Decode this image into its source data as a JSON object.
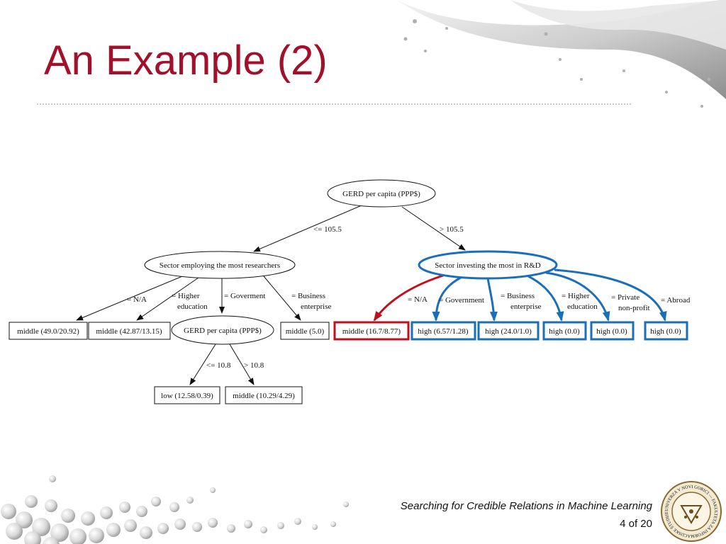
{
  "slide": {
    "title": "An Example (2)",
    "footer_title": "Searching for Credible Relations in Machine Learning",
    "page_number": "4 of 20",
    "accent_color": "#a3102c",
    "highlight_red": "#c0101e",
    "highlight_blue": "#1a6fb8"
  },
  "tree": {
    "root": "GERD per capita (PPP$)",
    "root_edges": [
      "<= 105.5",
      "> 105.5"
    ],
    "left_node": "Sector employing the most researchers",
    "left_edges": [
      "= N/A",
      "= Higher",
      "education",
      "= Goverment",
      "= Business",
      "enterprise"
    ],
    "left_leaves": [
      "middle (49.0/20.92)",
      "middle (42.87/13.15)",
      "middle (5.0)"
    ],
    "sub_node": "GERD per capita (PPP$)",
    "sub_edges": [
      "<= 10.8",
      "> 10.8"
    ],
    "sub_leaves": [
      "low (12.58/0.39)",
      "middle (10.29/4.29)"
    ],
    "right_node": "Sector investing the most in R&D",
    "right_edges": [
      "= N/A",
      "= Government",
      "= Business",
      "enterprise",
      "= Higher",
      "education",
      "= Private",
      "non-profit",
      "= Abroad"
    ],
    "right_leaves": [
      "middle (16.7/8.77)",
      "high (6.57/1.28)",
      "high (24.0/1.0)",
      "high (0.0)",
      "high (0.0)",
      "high (0.0)"
    ]
  },
  "seal": {
    "text": "UNIVERZA V NOVI GORICI — FAKULTETA ZA INFORMACIJSKE ŠTUDIJE"
  }
}
